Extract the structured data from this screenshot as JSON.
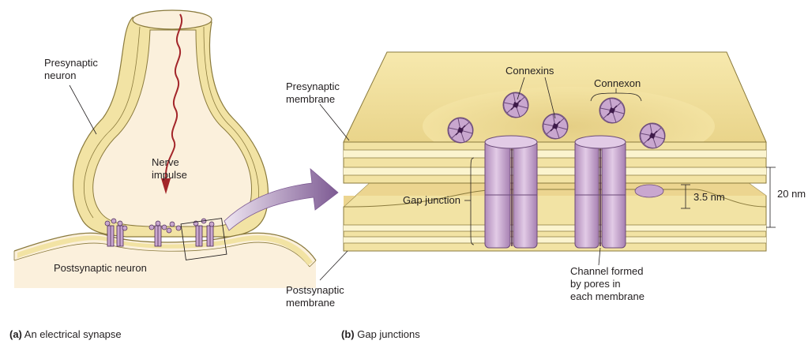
{
  "panel_a": {
    "caption_letter": "(a)",
    "caption_text": "An electrical synapse",
    "labels": {
      "presynaptic_line1": "Presynaptic",
      "presynaptic_line2": "neuron",
      "impulse_line1": "Nerve",
      "impulse_line2": "impulse",
      "postsynaptic": "Postsynaptic neuron"
    }
  },
  "panel_b": {
    "caption_letter": "(b)",
    "caption_text": "Gap junctions",
    "labels": {
      "connexins": "Connexins",
      "connexon": "Connexon",
      "pre_membrane_line1": "Presynaptic",
      "pre_membrane_line2": "membrane",
      "gap_junction": "Gap junction",
      "gap_width": "3.5 nm",
      "total_width": "20 nm",
      "channel_line1": "Channel formed",
      "channel_line2": "by pores in",
      "channel_line3": "each membrane",
      "post_membrane_line1": "Postsynaptic",
      "post_membrane_line2": "membrane"
    }
  },
  "colors": {
    "membrane": "#f2e3a4",
    "membrane_light": "#fbf4cf",
    "membrane_edge": "#8a7a3c",
    "cytoplasm": "#fbf0dc",
    "protein": "#c9a7cf",
    "protein_dark": "#5a2f66",
    "impulse": "#a3262a",
    "arrow": "#9574a6"
  }
}
